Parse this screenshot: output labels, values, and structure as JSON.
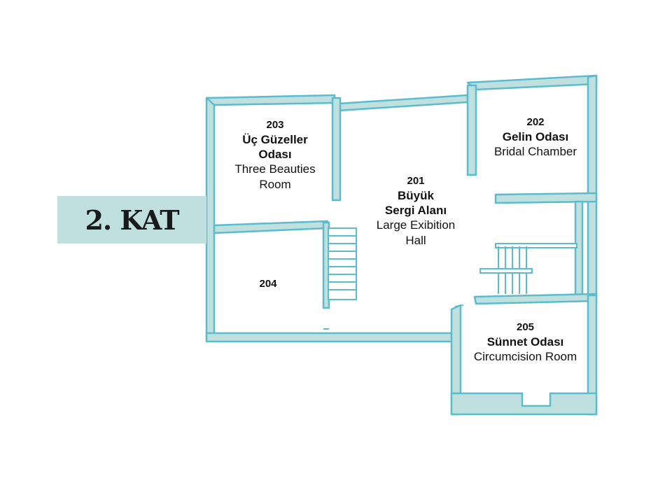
{
  "floor_label": "2. KAT",
  "colors": {
    "wall": "#5bbccd",
    "fill": "#bfe0df",
    "text": "#111111"
  },
  "rooms": {
    "r203": {
      "number": "203",
      "name_tr_1": "Üç Güzeller",
      "name_tr_2": "Odası",
      "name_en_1": "Three Beauties",
      "name_en_2": "Room"
    },
    "r202": {
      "number": "202",
      "name_tr": "Gelin Odası",
      "name_en": "Bridal Chamber"
    },
    "r201": {
      "number": "201",
      "name_tr_1": "Büyük",
      "name_tr_2": "Sergi Alanı",
      "name_en_1": "Large Exibition",
      "name_en_2": "Hall"
    },
    "r204": {
      "number": "204"
    },
    "r205": {
      "number": "205",
      "name_tr": "Sünnet Odası",
      "name_en": "Circumcision Room"
    }
  }
}
